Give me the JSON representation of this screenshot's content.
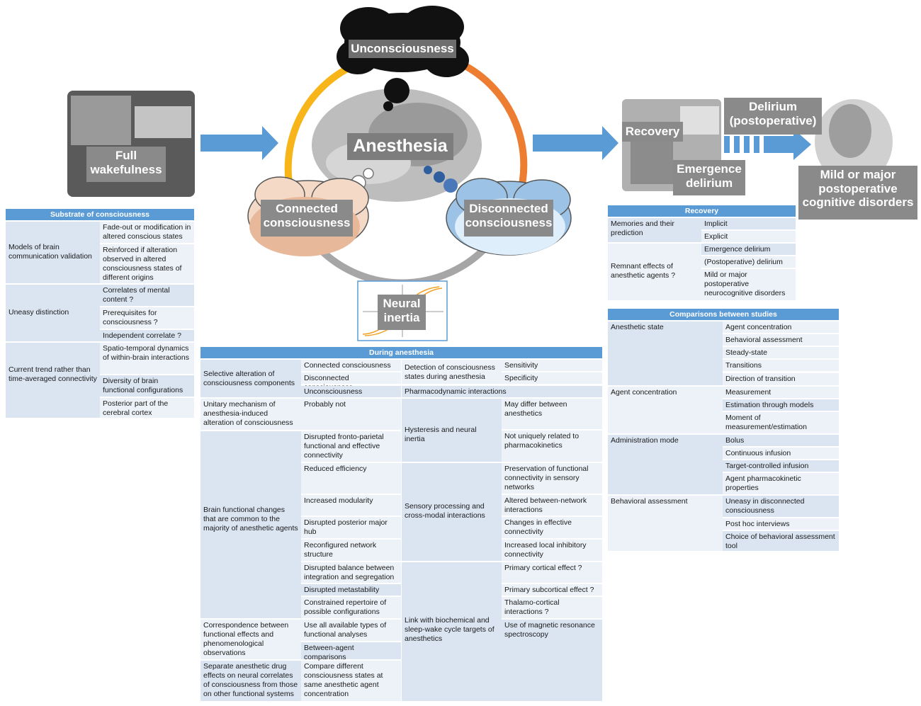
{
  "diagram": {
    "center_title": "Anesthesia",
    "unconsciousness": "Unconsciousness",
    "connected": "Connected consciousness",
    "disconnected": "Disconnected consciousness",
    "neural_inertia": "Neural inertia",
    "full_wakefulness": "Full wakefulness",
    "recovery": "Recovery",
    "emergence_delirium": "Emergence delirium",
    "delirium_postop": "Delirium (postoperative)",
    "mild_major": "Mild or major postoperative cognitive disorders",
    "colors": {
      "arrow_blue": "#5b9bd5",
      "ring_yellow": "#f7b519",
      "ring_orange": "#ed7d31",
      "ring_gray": "#a6a6a6",
      "label_gray": "#8a8a8a"
    }
  },
  "substrate": {
    "title": "Substrate of consciousness",
    "groups": [
      {
        "label": "Models of brain communication validation",
        "items": [
          "Fade-out or modification in altered conscious states",
          "Reinforced if alteration observed in altered consciousness states of different origins"
        ]
      },
      {
        "label": "Uneasy distinction",
        "items": [
          "Correlates of mental content ?",
          "Prerequisites for consciousness ?",
          "Independent correlate ?"
        ]
      },
      {
        "label": "Current trend rather than time-averaged connectivity",
        "items": [
          "Spatio-temporal dynamics of within-brain interactions",
          "Diversity of brain functional configurations",
          "Posterior part of the cerebral cortex"
        ]
      }
    ]
  },
  "during": {
    "title": "During anesthesia",
    "left": [
      {
        "label": "Selective alteration of consciousness components",
        "items": [
          "Connected consciousness",
          "Disconnected consciousness",
          "Unconsciousness"
        ]
      },
      {
        "label": "Unitary mechanism of anesthesia-induced alteration of consciousness",
        "items": [
          "Probably not"
        ]
      },
      {
        "label": "Brain functional changes that are common to the majority of anesthetic agents",
        "items": [
          "Disrupted fronto-parietal functional and effective connectivity",
          "Reduced efficiency",
          "Increased modularity",
          "Disrupted posterior major hub",
          "Reconfigured network structure",
          "Disrupted balance between integration and segregation",
          "Disrupted metastability",
          "Constrained repertoire of possible configurations"
        ]
      },
      {
        "label": "Correspondence between functional effects and phenomenological observations",
        "items": [
          "Use all available types of functional analyses",
          "Between-agent comparisons"
        ]
      },
      {
        "label": "Separate anesthetic drug effects on neural correlates of consciousness from those on other functional systems",
        "items": [
          "Compare different consciousness states at same anesthetic agent concentration"
        ]
      }
    ],
    "right": [
      {
        "label": "Detection of consciousness states during anesthesia",
        "items": [
          "Sensitivity",
          "Specificity"
        ]
      },
      {
        "label": "Pharmacodynamic interactions",
        "items": []
      },
      {
        "label": "Hysteresis and neural inertia",
        "items": [
          "May differ between anesthetics",
          "Not uniquely related to pharmacokinetics"
        ]
      },
      {
        "label": "Sensory processing and cross-modal interactions",
        "items": [
          "Preservation of functional connectivity in sensory networks",
          "Altered between-network interactions",
          "Changes in effective connectivity",
          "Increased local inhibitory connectivity"
        ]
      },
      {
        "label": "Link with biochemical and sleep-wake cycle targets of anesthetics",
        "items": [
          "Primary cortical effect ?",
          "Primary subcortical effect ?",
          "Thalamo-cortical interactions ?",
          "Use of magnetic resonance spectroscopy"
        ]
      }
    ]
  },
  "recovery_table": {
    "title": "Recovery",
    "groups": [
      {
        "label": "Memories and their prediction",
        "items": [
          "Implicit",
          "Explicit"
        ]
      },
      {
        "label": "Remnant effects of anesthetic agents ?",
        "items": [
          "Emergence delirium",
          "(Postoperative) delirium",
          "Mild or major postoperative neurocognitive disorders"
        ]
      }
    ]
  },
  "comparisons": {
    "title": "Comparisons between studies",
    "groups": [
      {
        "label": "Anesthetic state",
        "items": [
          "Agent concentration",
          "Behavioral assessment",
          "Steady-state",
          "Transitions",
          "Direction of transition"
        ]
      },
      {
        "label": "Agent concentration",
        "items": [
          "Measurement",
          "Estimation through models",
          "Moment of measurement/estimation"
        ]
      },
      {
        "label": "Administration mode",
        "items": [
          "Bolus",
          "Continuous infusion",
          "Target-controlled infusion",
          "Agent pharmacokinetic properties"
        ]
      },
      {
        "label": "Behavioral assessment",
        "items": [
          "Uneasy in disconnected consciousness",
          "Post hoc interviews",
          "Choice of behavioral assessment tool"
        ]
      }
    ]
  }
}
